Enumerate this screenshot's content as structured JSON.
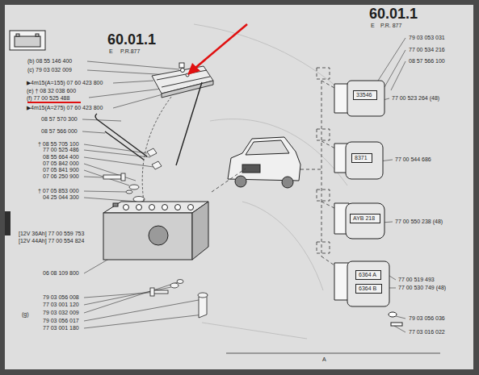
{
  "diagram": {
    "nodes": [
      {
        "text": [
          "33546"
        ]
      },
      {
        "text": [
          "8371"
        ]
      },
      {
        "text": [
          "AYB 218"
        ]
      },
      {
        "text": [
          "6364 A"
        ]
      },
      {
        "text": [
          "6364 B"
        ]
      }
    ],
    "labels": [
      "60.01.1",
      "E",
      "P.R.877",
      "(b) 08 55 146 400",
      "(c) 79 03 032 009",
      "▶4m15(A=155) 07 60 423 800",
      "(e) † 08 32 038 600",
      "(f) 77 00 525 488",
      "▶4m15(A=275) 07 60 423 800",
      "08 57 570 300",
      "08 57 566 000",
      "† 08 55 705 100",
      "77 00 525 486",
      "08 55 664 400",
      "07 05 842 000",
      "07 05 841 900",
      "07 06 250 900",
      "† 07 05 853 000",
      "04 25 044 300",
      "[12V 36Ah] 77 00 559 753",
      "[12V 44Ah] 77 00 554 824",
      "06 08 109 800",
      "(g)",
      "79 03 056 008",
      "77 03 001 120",
      "79 03 032 009",
      "79 03 056 017",
      "77 03 001 180",
      "60.01.1",
      "E",
      "P.R. 877",
      "79 03 053 031",
      "77 00 534 216",
      "08 57 566 100",
      "77 00 523 264 (48)",
      "77 00 544 686",
      "77 00 550 238 (48)",
      "77 00 519 493",
      "77 00 530 749 (48)",
      "79 03 056 036",
      "77 03 016 022",
      "A"
    ]
  }
}
